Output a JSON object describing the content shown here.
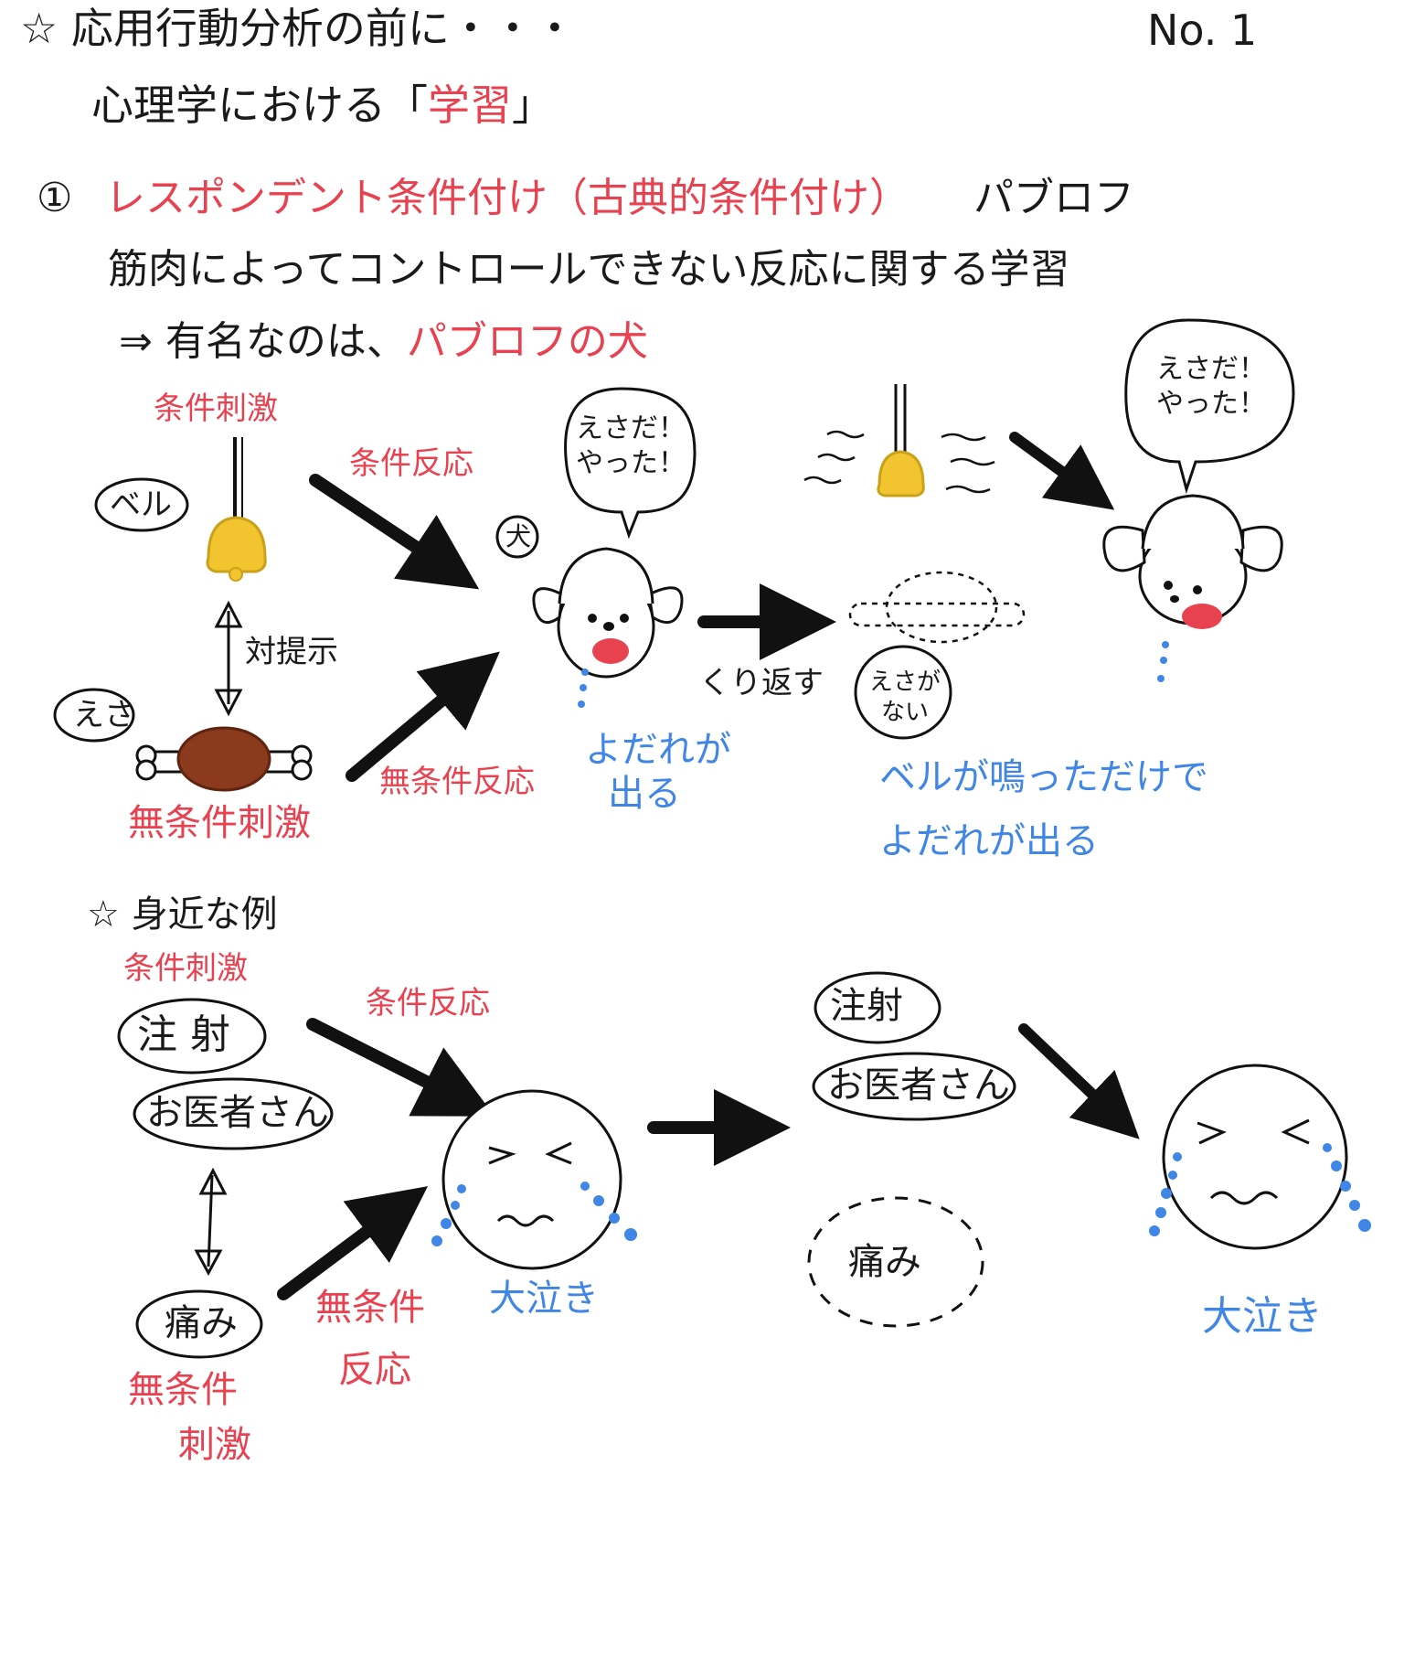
{
  "header": {
    "title": "☆ 応用行動分析の前に・・・",
    "page_no": "No. 1",
    "subtitle_prefix": "心理学における「",
    "subtitle_emph": "学習",
    "subtitle_suffix": "」"
  },
  "section1": {
    "number": "①",
    "name": "レスポンデント条件付け（古典的条件付け）",
    "person": "パブロフ",
    "definition": "筋肉によってコントロールできない反応に関する学習",
    "famous_prefix": "⇒ 有名なのは、",
    "famous_emph": "パブロフの犬"
  },
  "pavlov": {
    "cs_label": "条件刺激",
    "bell": "ベル",
    "pairing": "対提示",
    "food": "えさ",
    "us_label": "無条件刺激",
    "cr_label": "条件反応",
    "ur_label": "無条件反応",
    "dog": "犬",
    "bubble1_line1": "えさだ！",
    "bubble1_line2": "やった！",
    "drool_line1": "よだれが",
    "drool_line2": "出る",
    "repeat": "くり返す",
    "no_food_line1": "えさが",
    "no_food_line2": "ない",
    "bubble2_line1": "えさだ！",
    "bubble2_line2": "やった！",
    "result_line1": "ベルが鳴っただけで",
    "result_line2": "よだれが出る"
  },
  "example": {
    "heading": "☆ 身近な例",
    "cs_label": "条件刺激",
    "injection": "注 射",
    "doctor": "お医者さん",
    "pain": "痛み",
    "us_label_line1": "無条件",
    "us_label_line2": "刺激",
    "cr_label": "条件反応",
    "ur_label_line1": "無条件",
    "ur_label_line2": "反応",
    "crying": "大泣き",
    "injection2": "注射",
    "doctor2": "お医者さん",
    "pain2": "痛み",
    "crying2": "大泣き"
  },
  "colors": {
    "ink": "#1a1a1a",
    "red": "#e8414f",
    "blue": "#3f86e6",
    "bell": "#f2c530",
    "meat": "#8b3a1e"
  }
}
